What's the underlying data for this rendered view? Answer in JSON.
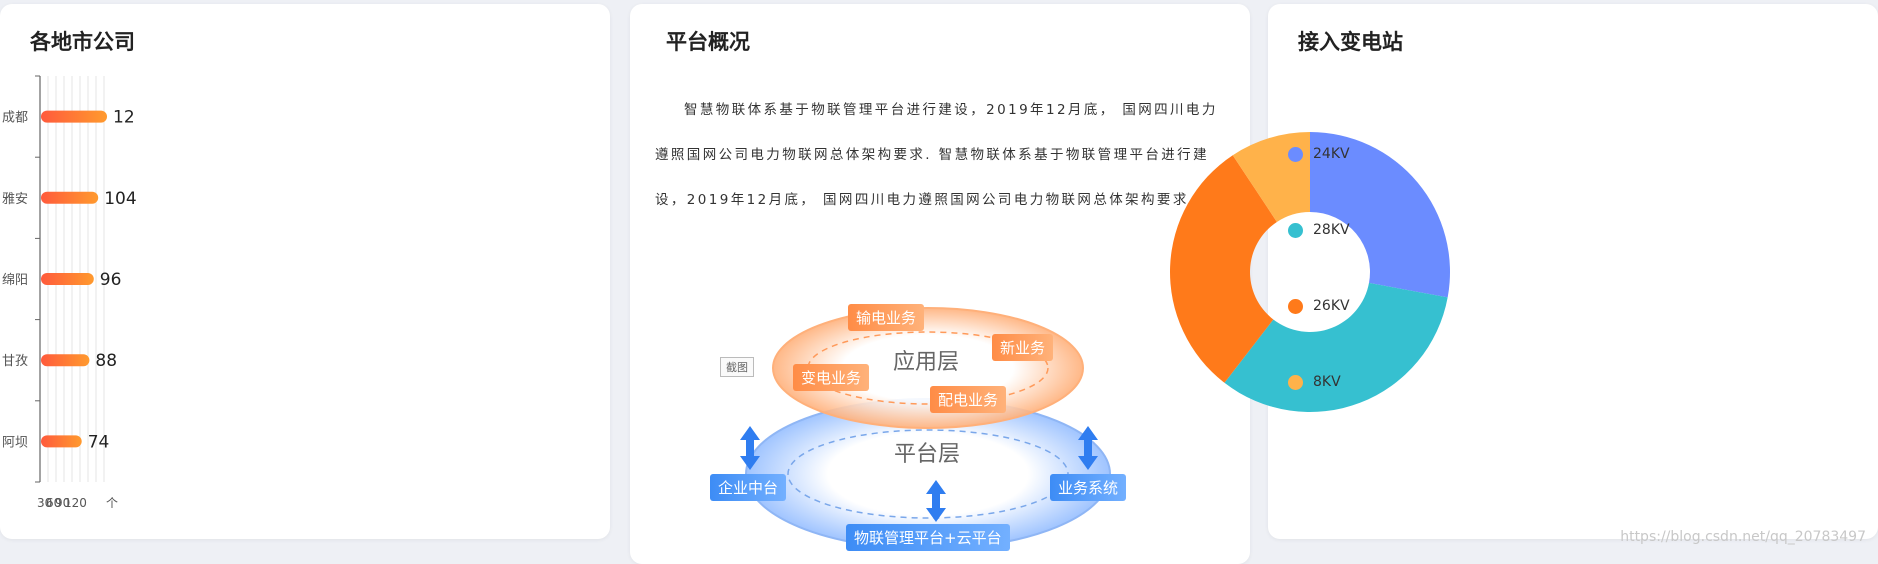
{
  "cards": {
    "city_companies": {
      "title": "各地市公司"
    },
    "platform_overview": {
      "title": "平台概况",
      "paragraph": "智慧物联体系基于物联管理平台进行建设，2019年12月底， 国网四川电力遵照国网公司电力物联网总体架构要求. 智慧物联体系基于物联管理平台进行建设，2019年12月底， 国网四川电力遵照国网公司电力物联网总体架构要求.",
      "diagram": {
        "app_layer": "应用层",
        "platform_layer": "平台层",
        "tags": {
          "transmission": "输电业务",
          "new_business": "新业务",
          "substation": "变电业务",
          "distribution": "配电业务",
          "enterprise": "企业中台",
          "business_system": "业务系统",
          "iot_platform": "物联管理平台+云平台"
        }
      },
      "screenshot_badge": "截图"
    },
    "substations": {
      "title": "接入变电站",
      "legend": [
        {
          "label": "24KV",
          "color": "#6b8cff"
        },
        {
          "label": "28KV",
          "color": "#36c0d0"
        },
        {
          "label": "26KV",
          "color": "#ff7a1a"
        },
        {
          "label": "8KV",
          "color": "#ffb24a"
        }
      ]
    }
  },
  "chart_data": [
    {
      "type": "bar",
      "orientation": "horizontal",
      "categories": [
        "成都",
        "雅安",
        "绵阳",
        "甘孜",
        "阿坝"
      ],
      "values": [
        120,
        104,
        96,
        88,
        74
      ],
      "value_labels": [
        "12",
        "104",
        "96",
        "88",
        "74"
      ],
      "x_ticks": [
        "30",
        "60",
        "90",
        "120"
      ],
      "x_unit": "个",
      "title": "各地市公司",
      "bar_color": [
        "#ff5a3c",
        "#ff9a2e"
      ]
    },
    {
      "type": "pie",
      "style": "donut",
      "title": "接入变电站",
      "series": [
        {
          "name": "24KV",
          "value": 24,
          "color": "#6b8cff"
        },
        {
          "name": "28KV",
          "value": 28,
          "color": "#36c0d0"
        },
        {
          "name": "26KV",
          "value": 26,
          "color": "#ff7a1a"
        },
        {
          "name": "8KV",
          "value": 8,
          "color": "#ffb24a"
        }
      ]
    }
  ],
  "watermark": "https://blog.csdn.net/qq_20783497"
}
